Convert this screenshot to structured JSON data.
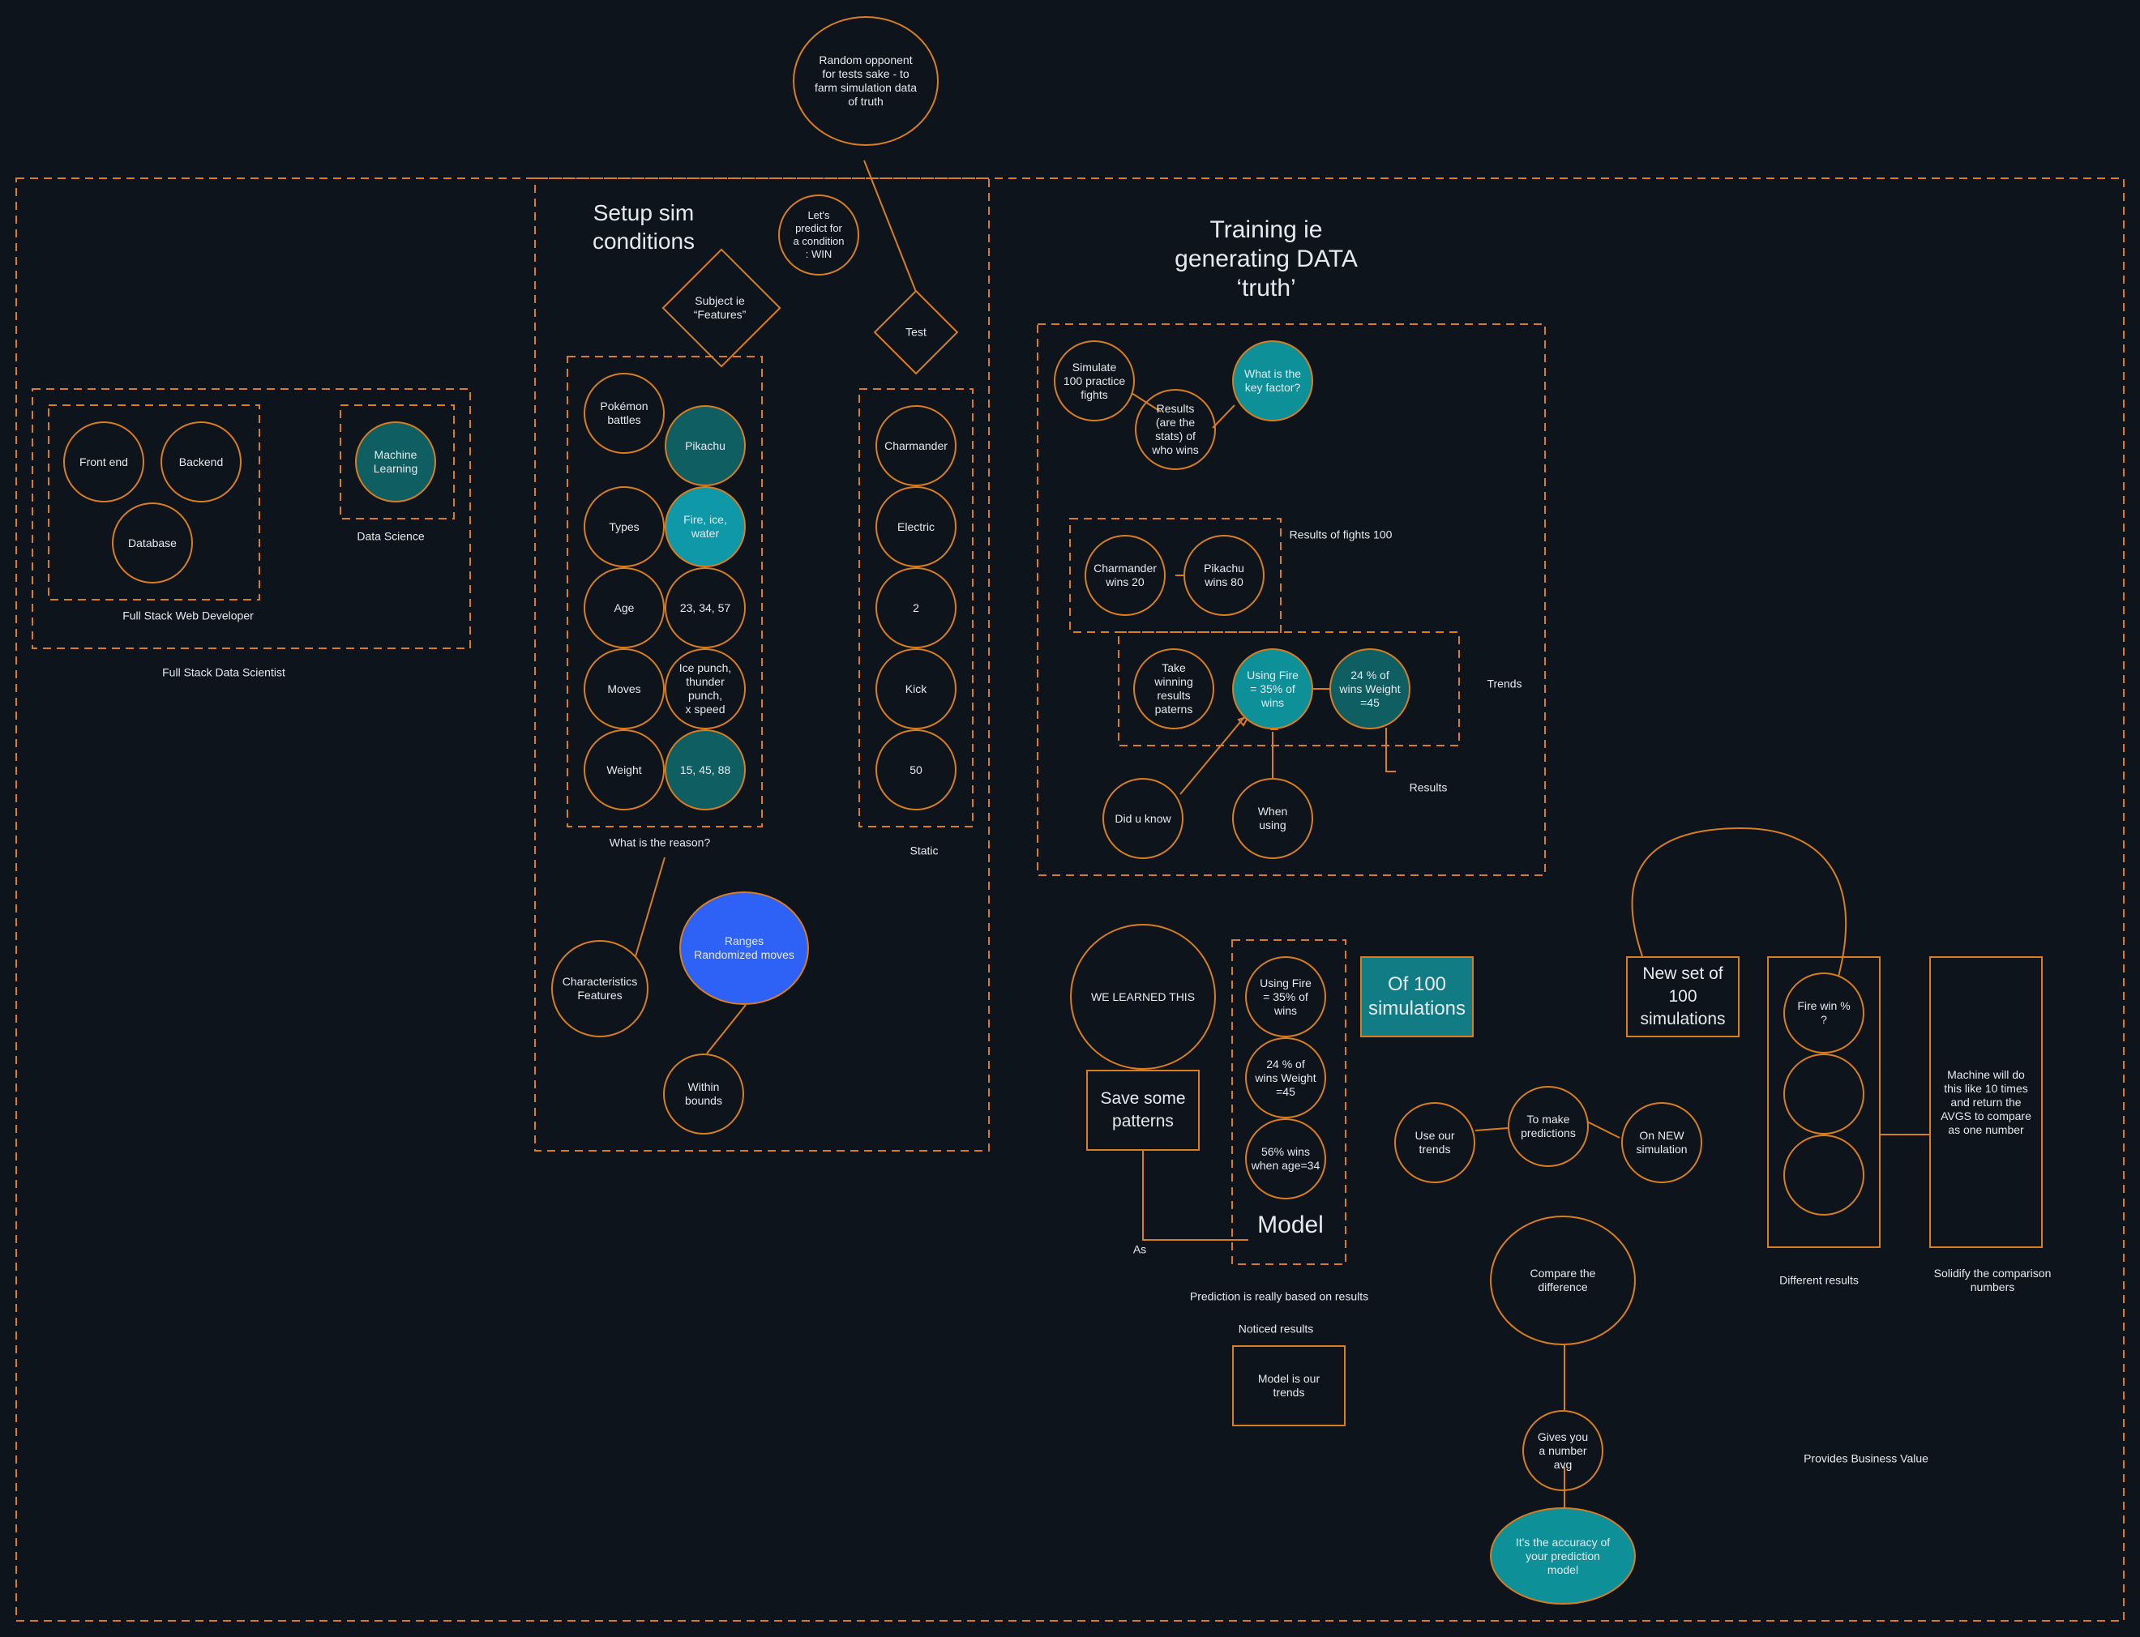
{
  "colors": {
    "background": "#0d141c",
    "stroke": "#d97e20",
    "teal_dark": "#0e5e62",
    "teal_light": "#0e98a8",
    "blue": "#2e62f7",
    "fill_box": "#117c84"
  },
  "top": {
    "random_opponent": "Random opponent\nfor tests sake - to\nfarm simulation data\nof truth"
  },
  "left": {
    "front_end": "Front end",
    "backend": "Backend",
    "database": "Database",
    "machine_learning": "Machine\nLearning",
    "data_science": "Data Science",
    "full_stack_web": "Full Stack Web Developer",
    "full_stack_data": "Full Stack Data Scientist"
  },
  "setup": {
    "title": "Setup sim\nconditions",
    "lets_predict": "Let's\npredict for\na condition\n: WIN",
    "subject": "Subject ie\n“Features”",
    "test": "Test",
    "features": [
      "Pokémon\nbattles",
      "Types",
      "Age",
      "Moves",
      "Weight"
    ],
    "values": [
      "Pikachu",
      "Fire, ice,\nwater",
      "23, 34, 57",
      "Ice punch,\nthunder punch,\nx speed",
      "15, 45, 88"
    ],
    "static": [
      "Charmander",
      "Electric",
      "2",
      "Kick",
      "50"
    ],
    "what_reason": "What is the reason?",
    "static_label": "Static",
    "characteristics": "Characteristics\nFeatures",
    "ranges": "Ranges\nRandomized moves",
    "within": "Within\nbounds"
  },
  "training": {
    "title": "Training ie\ngenerating DATA\n‘truth’",
    "simulate": "Simulate\n100 practice\nfights",
    "results_stats": "Results\n(are the\nstats) of\nwho wins",
    "key_factor": "What is the\nkey factor?",
    "results_fights_label": "Results of fights 100",
    "charmander_wins": "Charmander\nwins 20",
    "pikachu_wins": "Pikachu\nwins 80",
    "take_winning": "Take\nwinning results\npaterns",
    "using_fire": "Using Fire\n= 35% of\nwins",
    "weight_wins": "24 % of\nwins Weight\n=45",
    "trends": "Trends",
    "results": "Results",
    "did_u_know": "Did u know",
    "when_using": "When\nusing"
  },
  "model": {
    "we_learned": "WE LEARNED THIS",
    "save_patterns": "Save some\npatterns",
    "as": "As",
    "using_fire": "Using Fire\n= 35% of\nwins",
    "weight": "24 % of\nwins Weight\n=45",
    "age": "56% wins\nwhen age=34",
    "model_label": "Model",
    "of_100": "Of 100\nsimulations",
    "prediction_based": "Prediction is really based on results",
    "noticed": "Noticed results",
    "model_trends": "Model is our\ntrends"
  },
  "predict": {
    "use_trends": "Use our\ntrends",
    "to_make": "To make\npredictions",
    "on_new": "On NEW\nsimulation",
    "new_set": "New set of\n100 simulations",
    "fire_win": "Fire win %\n?",
    "machine": "Machine will do\nthis like 10 times\nand return the\nAVGS to compare\nas one number",
    "different_results": "Different results",
    "solidify": "Solidify the comparison numbers",
    "compare": "Compare the\ndifference",
    "gives_avg": "Gives you\na number\navg",
    "accuracy": "It's the accuracy of\nyour prediction\nmodel",
    "business_value": "Provides Business Value"
  }
}
